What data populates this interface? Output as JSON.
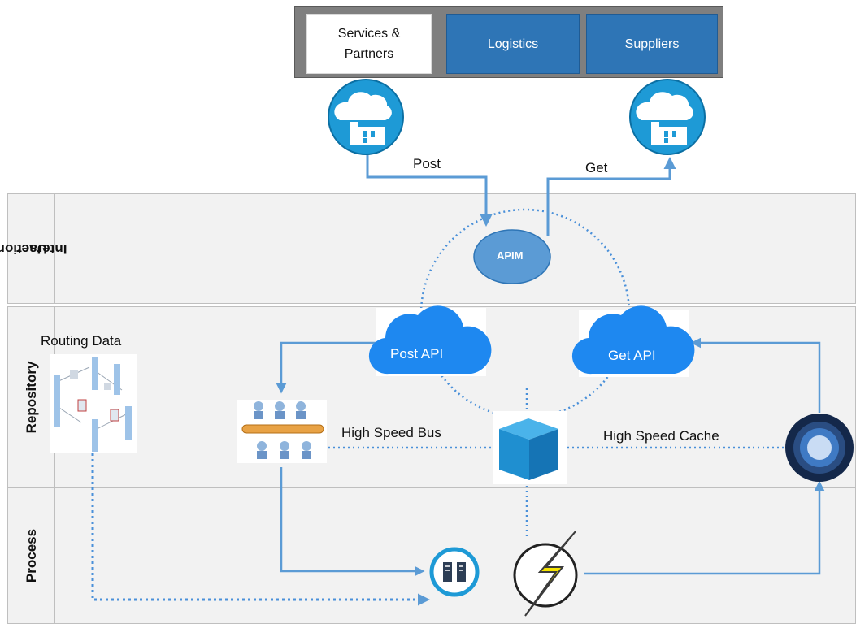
{
  "header_tabs": [
    {
      "label": "Services & Partners"
    },
    {
      "label": "Logistics"
    },
    {
      "label": "Suppliers"
    }
  ],
  "bands": [
    {
      "label_lines": [
        "User",
        "Interaction"
      ]
    },
    {
      "label_lines": [
        "Repository"
      ]
    },
    {
      "label_lines": [
        "Process"
      ]
    }
  ],
  "arrows": {
    "post": "Post",
    "get": "Get"
  },
  "apim": "APIM",
  "clouds": {
    "post_api": "Post API",
    "get_api": "Get API"
  },
  "routing_data": "Routing Data",
  "bus_label": "High Speed Bus",
  "cache_label": "High Speed Cache",
  "colors": {
    "accent_blue": "#2e75b6",
    "cloud_blue": "#1e88f0",
    "connector": "#5b9bd5",
    "band_bg": "#f2f2f2"
  },
  "icons": [
    "factory-icon",
    "factory-icon",
    "esb-icon",
    "cube-icon",
    "cache-disk-icon",
    "server-icon",
    "lightning-icon",
    "routing-diagram-icon"
  ]
}
